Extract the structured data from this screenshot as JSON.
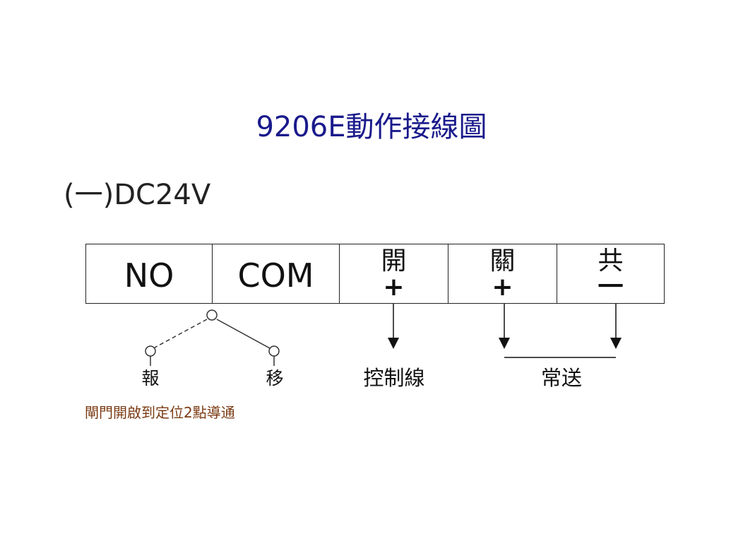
{
  "title": "9206E動作接線圖",
  "section_label": "(一)DC24V",
  "terminals": {
    "no": "NO",
    "com": "COM",
    "open_top": "開",
    "open_bottom": "+",
    "close_top": "關",
    "close_bottom": "+",
    "common_top": "共",
    "common_bottom": "一"
  },
  "labels": {
    "report": "報",
    "move": "移",
    "control_line": "控制線",
    "constant_feed": "常送"
  },
  "note": "閘門開啟到定位2點導通"
}
